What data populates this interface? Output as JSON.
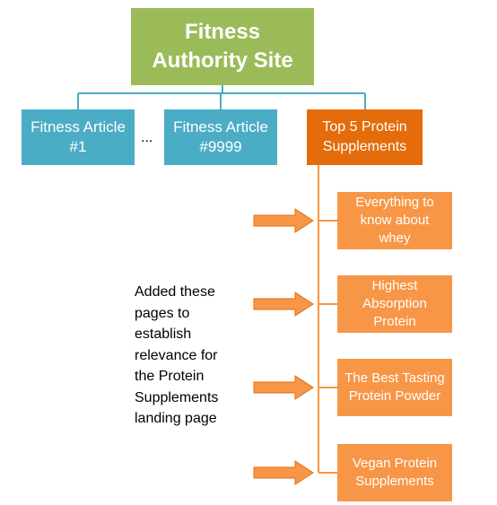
{
  "root": {
    "label": "Fitness\nAuthority Site"
  },
  "articles": [
    {
      "label": "Fitness Article\n#1"
    },
    {
      "label": "Fitness Article\n#9999"
    }
  ],
  "ellipsis": "...",
  "landing": {
    "label": "Top 5 Protein\nSupplements"
  },
  "children": [
    {
      "label": "Everything to\nknow about\nwhey"
    },
    {
      "label": "Highest\nAbsorption\nProtein"
    },
    {
      "label": "The Best  Tasting\nProtein Powder"
    },
    {
      "label": "Vegan Protein\nSupplements"
    }
  ],
  "note": "Added these\npages to\nestablish\nrelevance for\nthe Protein\nSupplements\nlanding page",
  "colors": {
    "root": "#9bbb59",
    "article": "#4bacc6",
    "landing": "#e46c0a",
    "child": "#f79646",
    "connector": "#4bacc6",
    "arrow": "#f79646"
  }
}
